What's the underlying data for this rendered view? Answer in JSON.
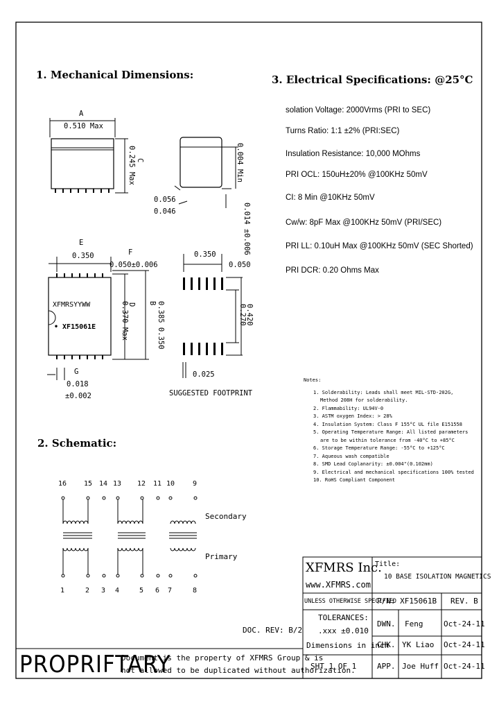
{
  "sections": {
    "mechanical_title": "1. Mechanical Dimensions:",
    "electrical_title": "3. Electrical Specifications: @25°C",
    "schematic_title": "2. Schematic:"
  },
  "specs": [
    "solation Voltage: 2000Vrms (PRI to SEC)",
    "Turns Ratio: 1:1 ±2% (PRI:SEC)",
    "Insulation Resistance: 10,000 MOhms",
    "PRI OCL: 150uH±20% @100KHz 50mV",
    "CI: 8 Min @10KHz 50mV",
    "Cw/w: 8pF Max @100KHz 50mV (PRI/SEC)",
    "PRI LL: 0.10uH Max @100KHz 50mV (SEC Shorted)",
    "PRI DCR: 0.20 Ohms Max"
  ],
  "dimensions": {
    "a_label": "A",
    "a_value": "0.510 Max",
    "c_label": "C",
    "c_value": "0.245 Max",
    "d004": "0.004 Min",
    "d056": "0.056",
    "d046": "0.046",
    "d014": "0.014 ±0.006",
    "e_label": "E",
    "e_value": "0.350",
    "f_label": "F",
    "f_value": "0.050±0.006",
    "d_label": "D",
    "d_value": "0.370 Max",
    "b_label": "B",
    "b_value": "0.385 0.350",
    "marking1": "XFMRSYYWW",
    "marking2": "• XF15061E",
    "g_label": "G",
    "g_value": "0.018",
    "g_tol": "±0.002",
    "fp_350": "0.350",
    "fp_050": "0.050",
    "fp_270": "0.270",
    "fp_420": "0.420",
    "fp_025": "0.025",
    "footprint_caption": "SUGGESTED FOOTPRINT"
  },
  "notes": {
    "title": "Notes:",
    "items": [
      "1. Solderability: Leads shall meet MIL-STD-202G,",
      "Method 208H for solderability.",
      "2. Flammability: UL94V-0",
      "3. ASTM oxygen Index: > 28%",
      "4. Insulation System: Class F 155°C UL file E151558",
      "5. Operating Temperature Range: All listed parameters",
      "are to be within tolerance from -40°C to +85°C",
      "6. Storage Temperature Range: -55°C to +125°C",
      "7. Aqueous wash compatible",
      "8. SMD Lead Coplanarity: ±0.004\"(0.102mm)",
      "9. Electrical and mechanical specifications 100% tested",
      "10. RoHS Compliant Component"
    ]
  },
  "schematic": {
    "top_pins": [
      "16",
      "15",
      "14",
      "13",
      "12",
      "11",
      "10",
      "9"
    ],
    "bottom_pins": [
      "1",
      "2",
      "3",
      "4",
      "5",
      "6",
      "7",
      "8"
    ],
    "secondary": "Secondary",
    "primary": "Primary"
  },
  "title_block": {
    "company": "XFMRS Inc.",
    "website": "www.XFMRS.com",
    "title_label": "Title:",
    "title_value": "10 BASE ISOLATION MAGNETICS",
    "unless": "UNLESS OTHERWISE SPECIFIED",
    "pn": "P/N: XF15061B",
    "rev": "REV. B",
    "tolerances": "TOLERANCES:",
    "tol_value": ".xxx ±0.010",
    "dims_in": "Dimensions in inch",
    "drwn": "DWN.",
    "drwn_name": "Feng",
    "drwn_date": "Oct-24-11",
    "chk": "CHK.",
    "chk_name": "YK Liao",
    "chk_date": "Oct-24-11",
    "sht": "SHT 1 OF 1",
    "app": "APP.",
    "app_name": "Joe Huff",
    "app_date": "Oct-24-11",
    "doc_rev": "DOC. REV: B/2"
  },
  "footer": {
    "proprietary": "PROPRIFTARY",
    "line1": "Document is the property of XFMRS Group & is",
    "line2": "not allowed to be duplicated without authorization."
  }
}
